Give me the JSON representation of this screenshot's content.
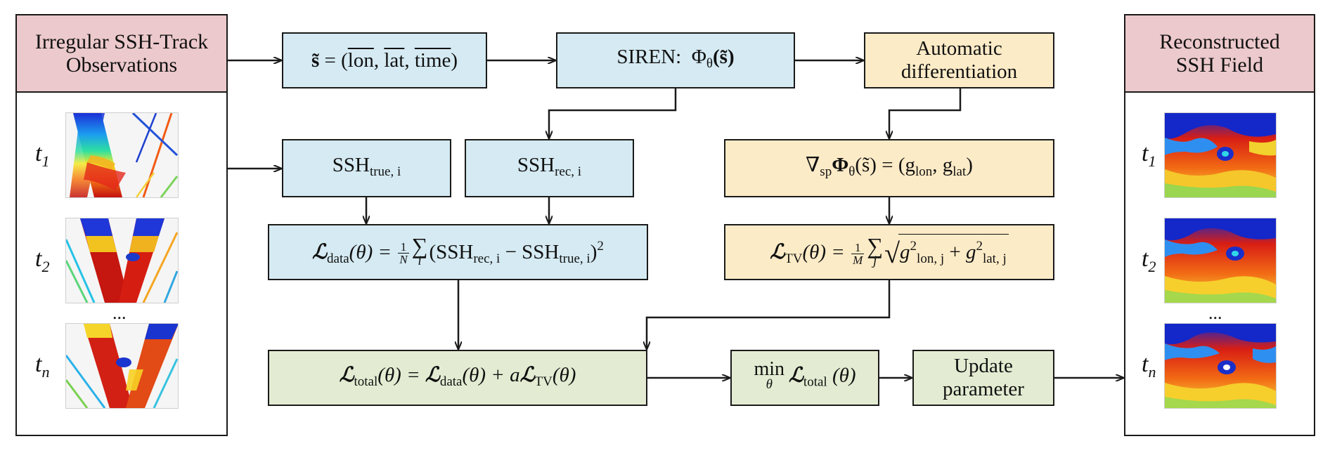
{
  "input_panel": {
    "title": "Irregular SSH-Track\nObservations"
  },
  "output_panel": {
    "title": "Reconstructed\nSSH Field"
  },
  "time_labels": {
    "t": "t",
    "sub1": "1",
    "sub2": "2",
    "subn": "n",
    "dots": "..."
  },
  "nodes": {
    "input_coords": {
      "s": "s̃",
      "eq": "=",
      "lon": "lon",
      "lat": "lat",
      "time": "time"
    },
    "siren": {
      "label": "SIREN: ",
      "phi": "Φ",
      "theta": "θ",
      "arg": "(s̃)"
    },
    "autodiff": {
      "label": "Automatic\ndifferentiation"
    },
    "ssh_true": {
      "base": "SSH",
      "sub": "true, i"
    },
    "ssh_rec": {
      "base": "SSH",
      "sub": "rec, i"
    },
    "gradient": {
      "nabla": "∇",
      "sub": "sp",
      "expr": "Φ",
      "theta": "θ",
      "rest": "(s̃) = (g",
      "glon": "lon",
      "comma": ", g",
      "glat": "lat",
      "close": ")"
    },
    "loss_data": {
      "L": "ℒ",
      "sub": "data",
      "theta": "(θ) = ",
      "frac_num": "1",
      "frac_den": "N",
      "sigma": "∑",
      "idx": "i",
      "body": "(SSH",
      "rec": "rec, i",
      "minus": " − SSH",
      "true": "true, i",
      "close": ")",
      "power": "2"
    },
    "loss_tv": {
      "L": "ℒ",
      "sub": "TV",
      "theta": "(θ) = ",
      "frac_num": "1",
      "frac_den": "M",
      "sigma": "∑",
      "idx": "j",
      "g1": "g",
      "g1sup": "2",
      "g1sub": "lon, j",
      "plus": " + ",
      "g2": "g",
      "g2sup": "2",
      "g2sub": "lat, j"
    },
    "loss_total": {
      "L": "ℒ",
      "sub": "total",
      "eq": "(θ) = ",
      "L2": "ℒ",
      "sub2": "data",
      "mid": "(θ) + ",
      "a": "a",
      "L3": "ℒ",
      "sub3": "TV",
      "end": "(θ)"
    },
    "minimize": {
      "op": "min",
      "idx": "θ",
      "L": "ℒ",
      "sub": "total",
      "end": " (θ)"
    },
    "update": {
      "label": "Update\nparameter"
    }
  },
  "colors": {
    "header_pink": "#ecc9cc",
    "blue_box": "#d5eaf2",
    "yellow_box": "#fcebc7",
    "green_box": "#e3ecd2",
    "line": "#1a1a1a"
  },
  "thumbnail_colormap": "jet"
}
